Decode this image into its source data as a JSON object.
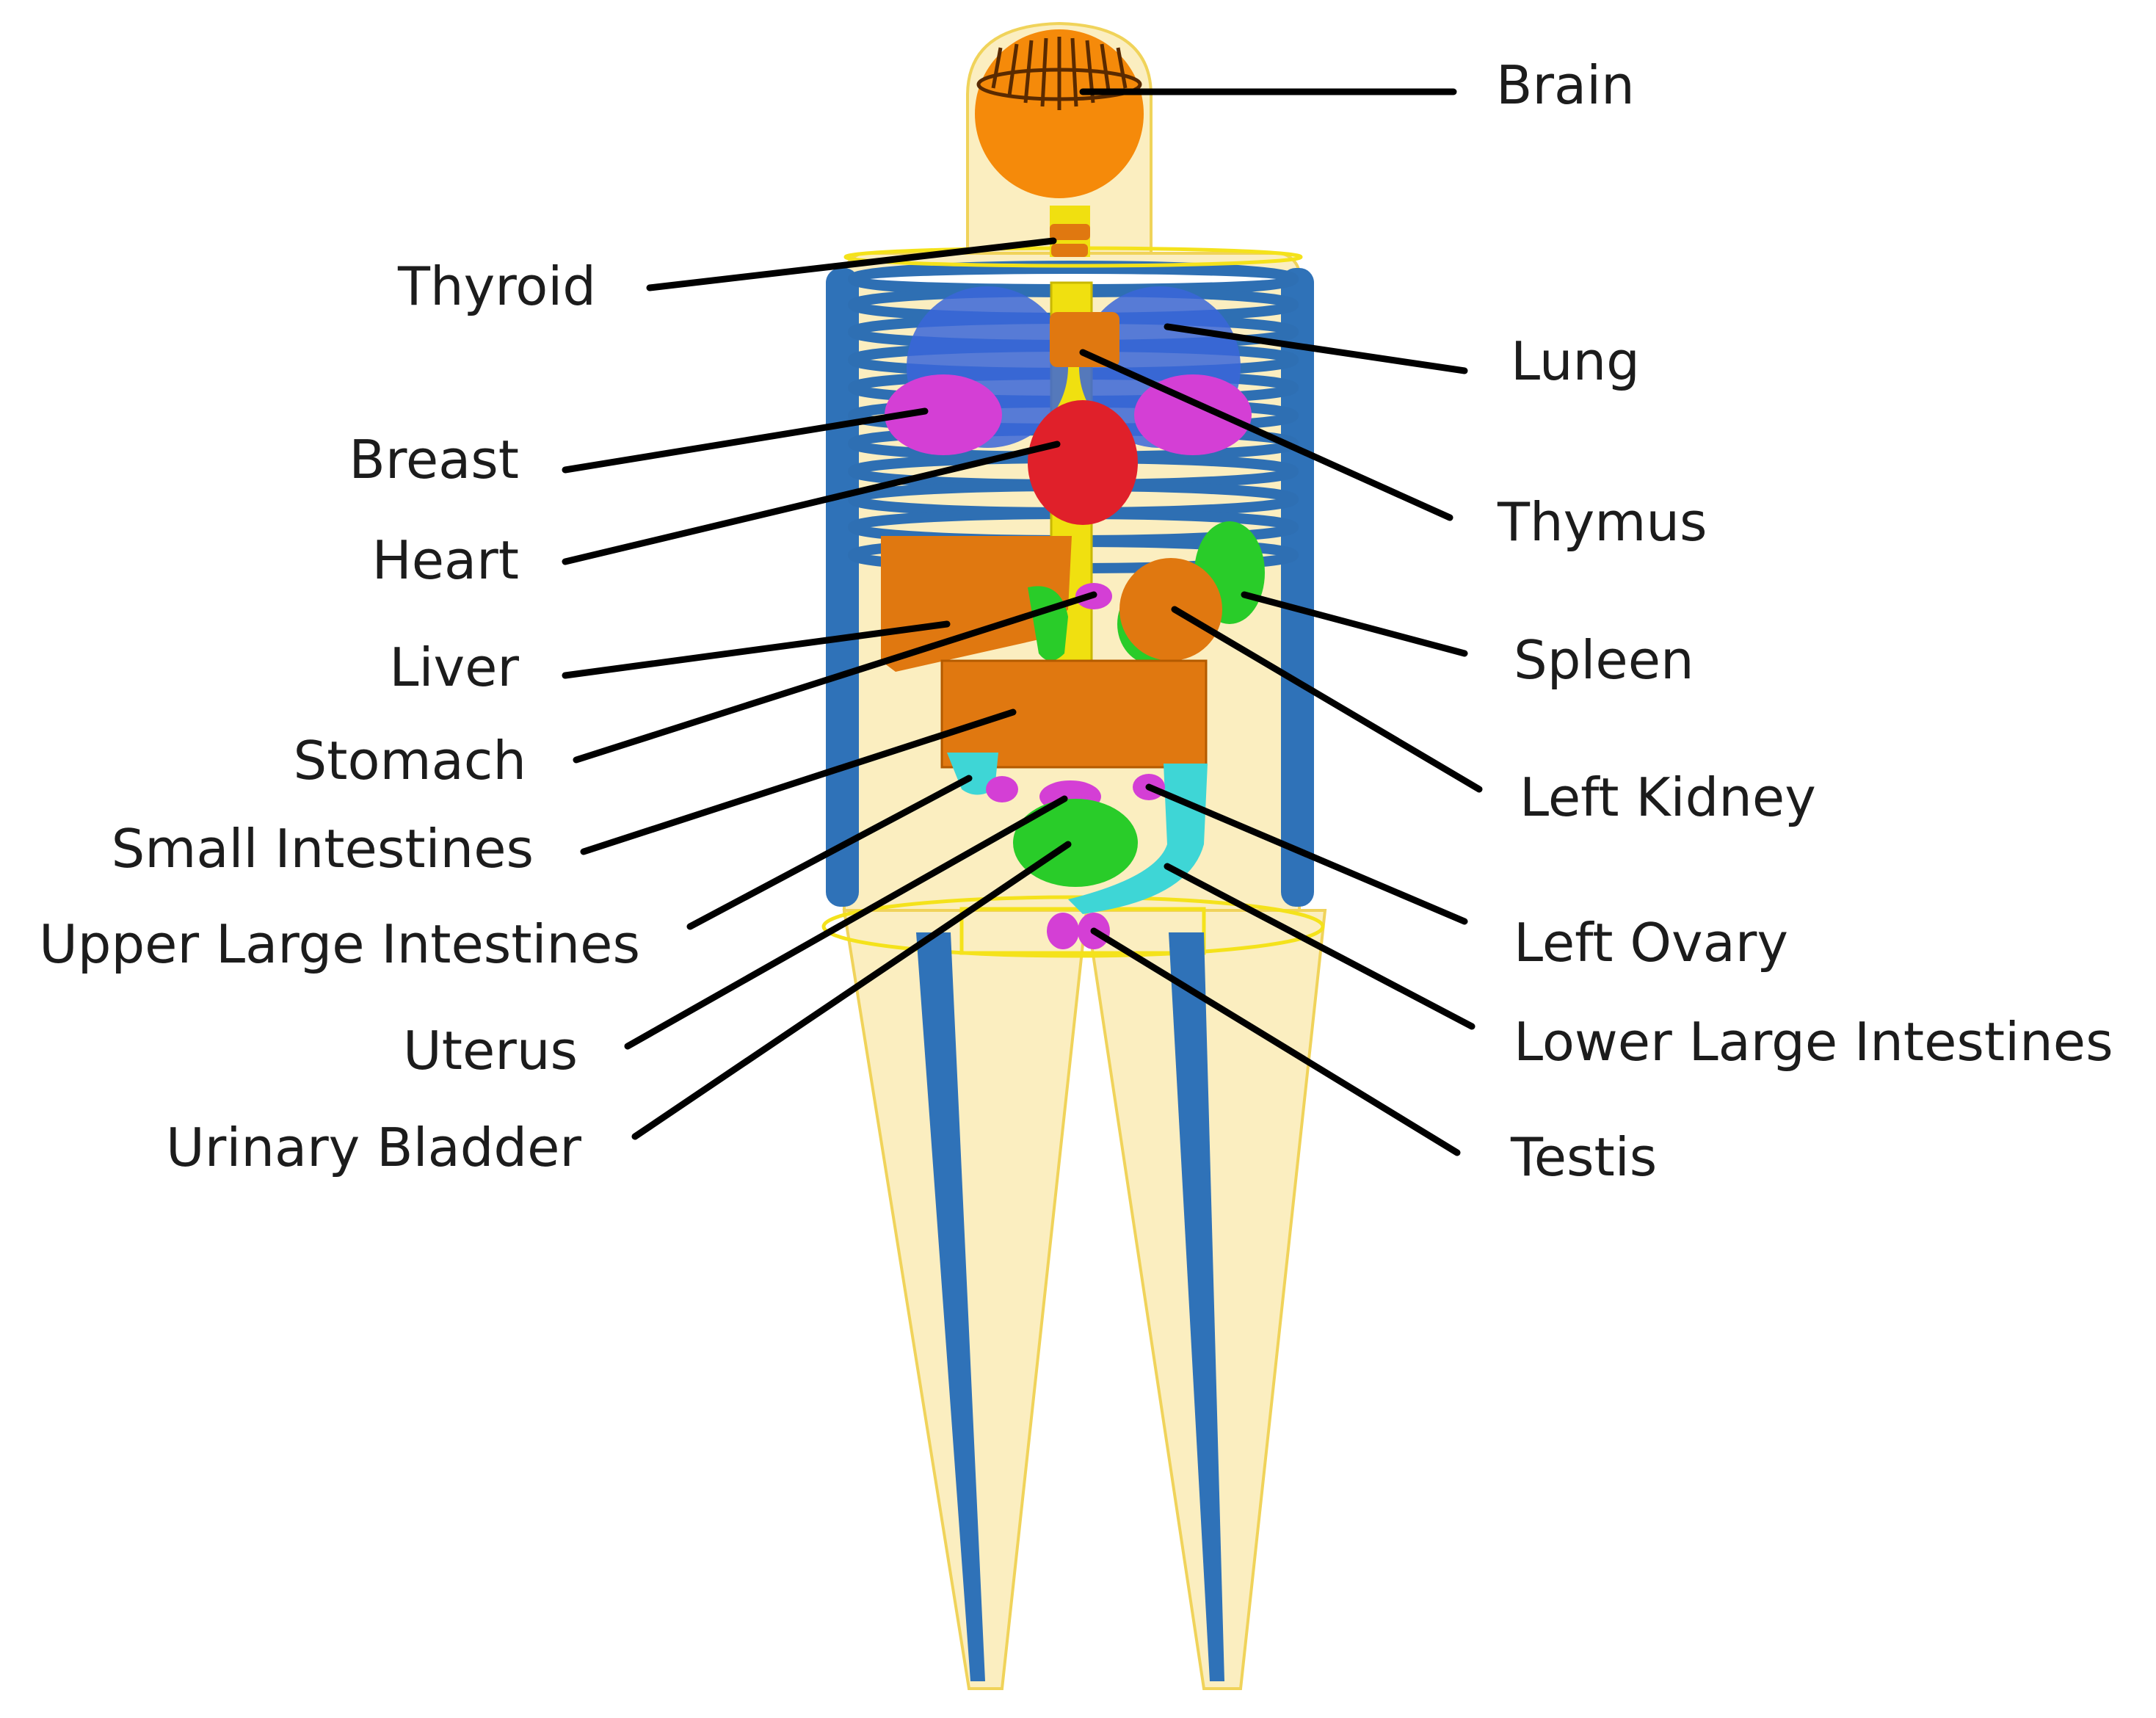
{
  "figure": {
    "labels": {
      "brain": "Brain",
      "thyroid": "Thyroid",
      "lung": "Lung",
      "breast": "Breast",
      "thymus": "Thymus",
      "heart": "Heart",
      "liver": "Liver",
      "spleen": "Spleen",
      "stomach": "Stomach",
      "left_kidney": "Left Kidney",
      "small_intestines": "Small Intestines",
      "upper_large_intestines": "Upper Large Intestines",
      "left_ovary": "Left Ovary",
      "lower_large_intestines": "Lower Large Intestines",
      "uterus": "Uterus",
      "urinary_bladder": "Urinary Bladder",
      "testis": "Testis"
    },
    "colors": {
      "body_outline": "#f7e7a8",
      "skeleton": "#2e6fb3",
      "brain": "#f58a0a",
      "orange_organs": "#e07810",
      "breast": "#d53fd5",
      "heart": "#e0202a",
      "spleen_kidney_green": "#29cc29",
      "intestine_cyan": "#3ed6d6",
      "ovary_testis_magenta": "#d63fd6",
      "spine_yellow": "#f0e010",
      "leader_line": "#000000"
    }
  }
}
